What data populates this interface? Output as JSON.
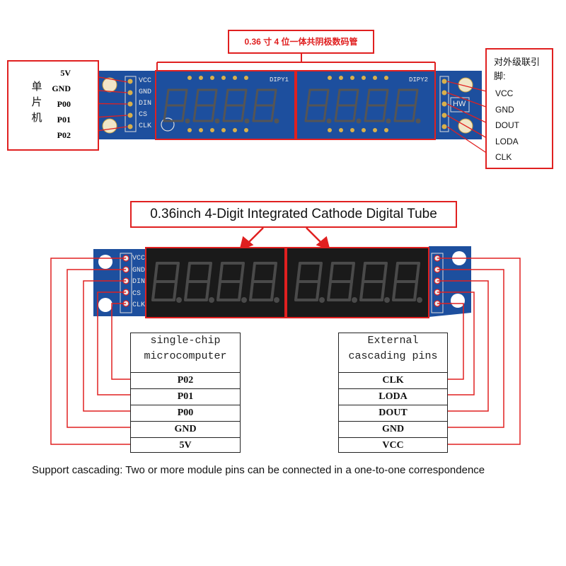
{
  "top": {
    "caption": "0.36 寸 4 位一体共阴极数码管",
    "left_group_label": [
      "单",
      "片",
      "机"
    ],
    "left_pins": [
      "5V",
      "GND",
      "P00",
      "P01",
      "P02"
    ],
    "board_pins_left": [
      "VCC",
      "GND",
      "DIN",
      "CS",
      "CLK"
    ],
    "board_display_labels": [
      "DIPY1",
      "DIPY2"
    ],
    "board_hw_label": "HW",
    "right_group_label": "对外级联引脚:",
    "right_pins": [
      "VCC",
      "GND",
      "DOUT",
      "LODA",
      "CLK"
    ]
  },
  "bottom": {
    "title": "0.36inch 4-Digit Integrated Cathode Digital Tube",
    "board_pins_left": [
      "VCC",
      "GND",
      "DIN",
      "CS",
      "CLK"
    ],
    "left_table": {
      "header": "single-chip microcomputer",
      "rows": [
        "P02",
        "P01",
        "P00",
        "GND",
        "5V"
      ]
    },
    "right_table": {
      "header": "External cascading pins",
      "rows": [
        "CLK",
        "LODA",
        "DOUT",
        "GND",
        "VCC"
      ]
    }
  },
  "note": "Support cascading: Two or more module pins can be connected in a one-to-one correspondence",
  "colors": {
    "accent": "#e02020",
    "pcb": "#1d4f9e",
    "display": "#1a1a1a",
    "segment": "#4a4a4a",
    "pad": "#d9b04a"
  }
}
